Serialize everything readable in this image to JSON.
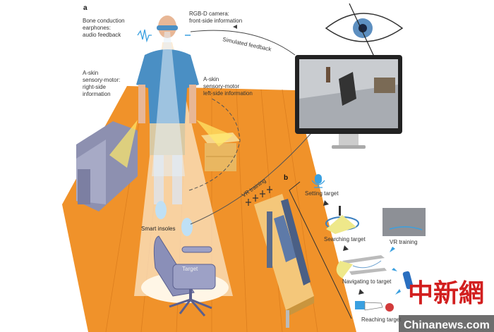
{
  "panel_a": {
    "label": "a",
    "bone_conduction": [
      "Bone conduction",
      "earphones:",
      "audio feedback"
    ],
    "rgbd_camera": [
      "RGB-D camera:",
      "front-side information"
    ],
    "simulated_feedback": "Simulated feedback",
    "askin_right": [
      "A-skin",
      "sensory-motor:",
      "right-side",
      "information"
    ],
    "askin_left": [
      "A-skin",
      "sensory-motor",
      "left-side information"
    ],
    "smart_insoles": "Smart insoles",
    "target": "Target",
    "vr_training": "VR training"
  },
  "panel_b": {
    "label": "b",
    "steps": [
      "Setting target",
      "Searching target",
      "Navigating to target",
      "Reaching target"
    ],
    "vr_training": "VR training"
  },
  "watermark": {
    "chinese": "中新網",
    "site": "Chinanews.com"
  },
  "colors": {
    "floor": "#f0922a",
    "shirt": "#4a8fc4",
    "accent_blue": "#3aa0e0",
    "furniture": "#8a8fb8",
    "watermark_red": "#d21f1f"
  }
}
